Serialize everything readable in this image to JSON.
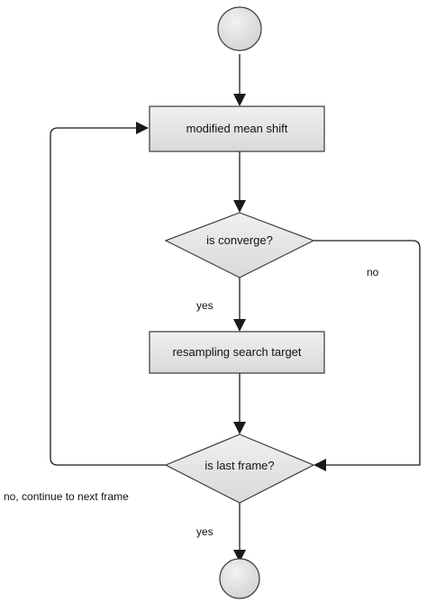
{
  "diagram": {
    "nodes": {
      "start": {
        "kind": "initial"
      },
      "mean_shift": {
        "kind": "action",
        "label": "modified mean shift"
      },
      "converge": {
        "kind": "decision",
        "label": "is converge?"
      },
      "resampling": {
        "kind": "action",
        "label": "resampling search target"
      },
      "last_frame": {
        "kind": "decision",
        "label": "is last frame?"
      },
      "end": {
        "kind": "final"
      }
    },
    "edges": {
      "converge_yes": {
        "from": "converge",
        "to": "resampling",
        "label": "yes"
      },
      "converge_no": {
        "from": "converge",
        "to": "last_frame",
        "label": "no"
      },
      "last_frame_no": {
        "from": "last_frame",
        "to": "mean_shift",
        "label": "no, continue to next frame"
      },
      "last_frame_yes": {
        "from": "last_frame",
        "to": "end",
        "label": "yes"
      }
    },
    "colors": {
      "fill": "#e6e6e6",
      "stroke": "#3a3a3a",
      "line": "#1a1a1a",
      "text": "#111111"
    }
  }
}
